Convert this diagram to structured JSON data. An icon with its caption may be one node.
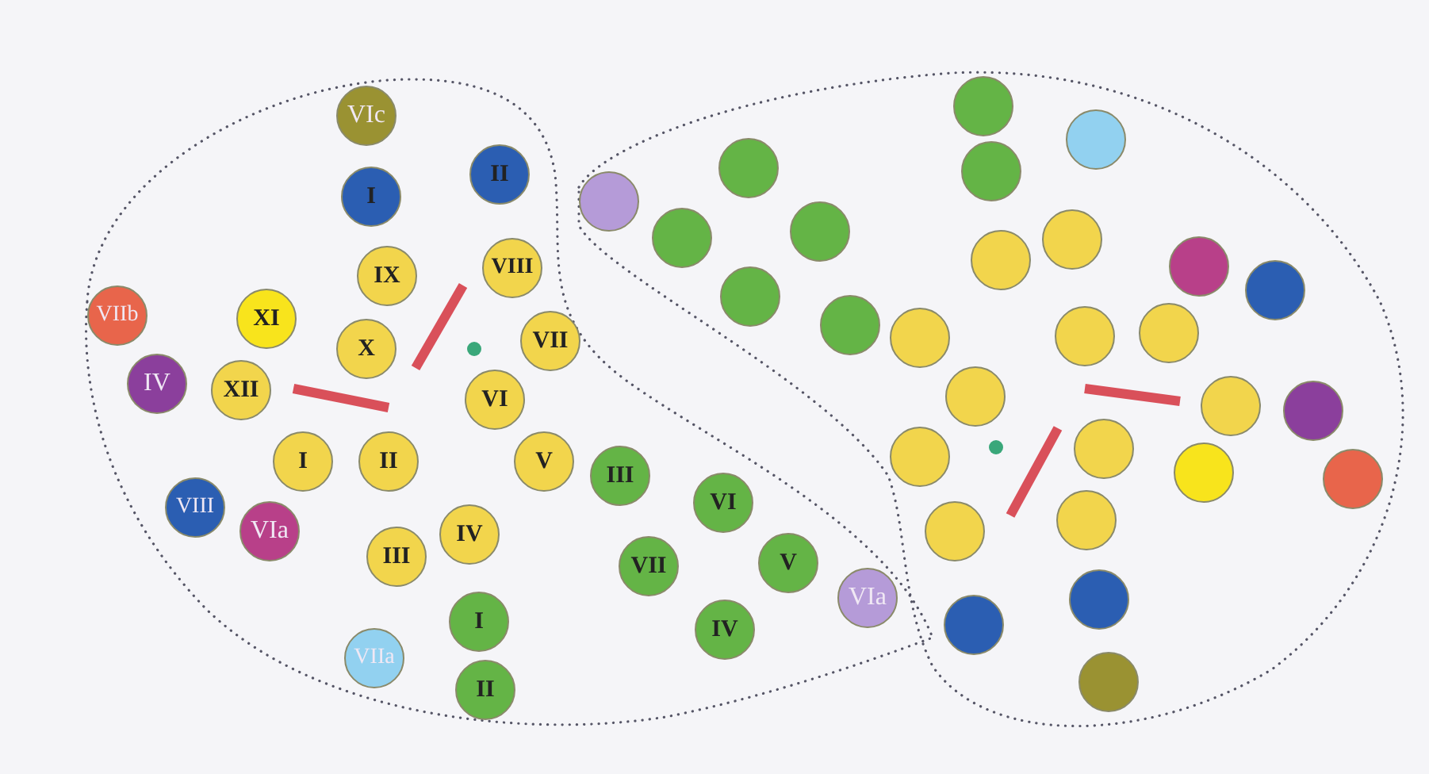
{
  "diagram": {
    "nodes": [
      {
        "text": [
          "VIc"
        ]
      },
      {
        "text": [
          "II"
        ]
      },
      {
        "text": [
          "I"
        ]
      },
      {
        "text": [
          "IX"
        ]
      },
      {
        "text": [
          "VIII"
        ]
      },
      {
        "text": [
          "VIIb"
        ]
      },
      {
        "text": [
          "XI"
        ]
      },
      {
        "text": [
          "X"
        ]
      },
      {
        "text": [
          "VII"
        ]
      },
      {
        "text": [
          "IV"
        ]
      },
      {
        "text": [
          "XII"
        ]
      },
      {
        "text": [
          "VI"
        ]
      },
      {
        "text": [
          "I"
        ]
      },
      {
        "text": [
          "II"
        ]
      },
      {
        "text": [
          "V"
        ]
      },
      {
        "text": [
          "III"
        ]
      },
      {
        "text": [
          "VI"
        ]
      },
      {
        "text": [
          "VIII"
        ]
      },
      {
        "text": [
          "VIa"
        ]
      },
      {
        "text": [
          "IV"
        ]
      },
      {
        "text": [
          "III"
        ]
      },
      {
        "text": [
          "VII"
        ]
      },
      {
        "text": [
          "V"
        ]
      },
      {
        "text": [
          "VIa"
        ]
      },
      {
        "text": [
          "IV"
        ]
      },
      {
        "text": [
          "I"
        ]
      },
      {
        "text": [
          "VIIa"
        ]
      },
      {
        "text": [
          "II"
        ]
      },
      {
        "text": [],
        "shape": "circle"
      },
      {
        "text": [],
        "shape": "circle"
      },
      {
        "text": [],
        "shape": "circle"
      },
      {
        "text": [],
        "shape": "circle"
      },
      {
        "text": [],
        "shape": "circle"
      },
      {
        "text": [],
        "shape": "circle"
      },
      {
        "text": [],
        "shape": "circle"
      },
      {
        "text": [],
        "shape": "circle"
      },
      {
        "text": [],
        "shape": "circle"
      },
      {
        "text": [],
        "shape": "circle"
      },
      {
        "text": [],
        "shape": "circle"
      },
      {
        "text": [],
        "shape": "circle"
      },
      {
        "text": [],
        "shape": "circle"
      },
      {
        "text": [],
        "shape": "circle"
      },
      {
        "text": [],
        "shape": "circle"
      },
      {
        "text": [],
        "shape": "circle"
      },
      {
        "text": [],
        "shape": "circle"
      },
      {
        "text": [],
        "shape": "circle"
      },
      {
        "text": [],
        "shape": "circle"
      },
      {
        "text": [],
        "shape": "circle"
      },
      {
        "text": [],
        "shape": "circle"
      },
      {
        "text": [],
        "shape": "circle"
      },
      {
        "text": [],
        "shape": "circle"
      },
      {
        "text": [],
        "shape": "circle"
      },
      {
        "text": [],
        "shape": "circle"
      },
      {
        "text": [],
        "shape": "circle"
      },
      {
        "text": [],
        "shape": "circle"
      },
      {
        "text": [],
        "shape": "circle"
      }
    ]
  }
}
